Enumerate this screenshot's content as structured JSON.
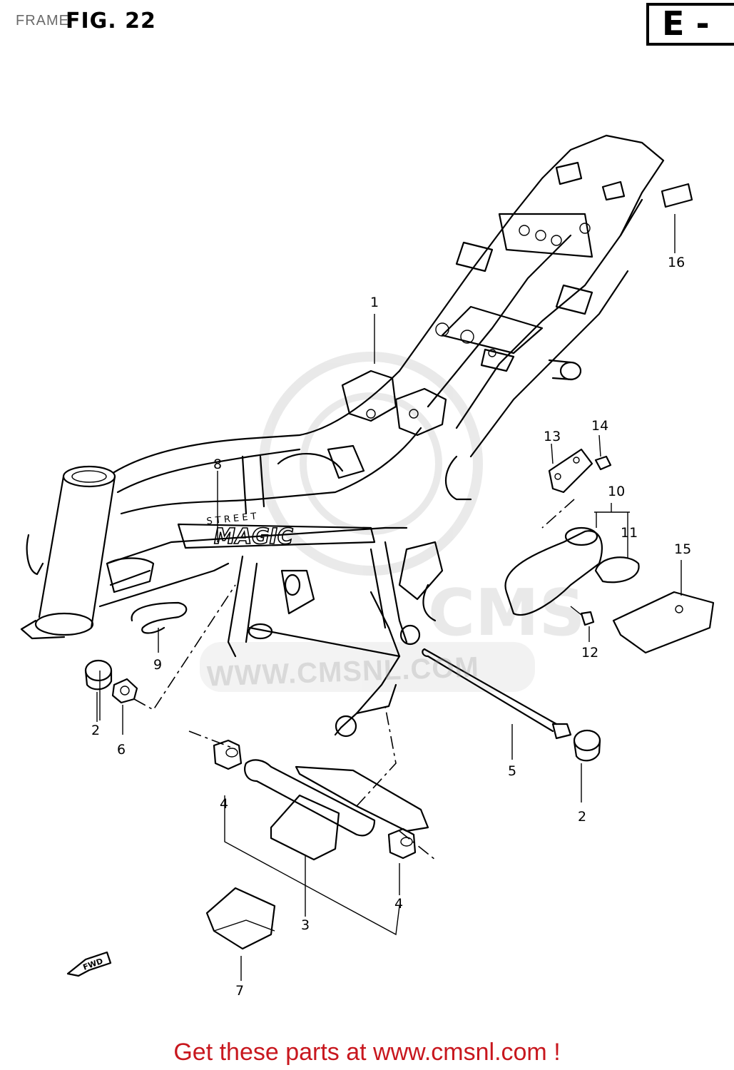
{
  "header": {
    "section_label": "FRAME",
    "figure_label": "FIG. 22",
    "region_code": "E -"
  },
  "watermark": {
    "text": "WWW.CMSNL.COM"
  },
  "callouts": [
    {
      "id": "c1",
      "label": "1"
    },
    {
      "id": "c2a",
      "label": "2"
    },
    {
      "id": "c2b",
      "label": "2"
    },
    {
      "id": "c3",
      "label": "3"
    },
    {
      "id": "c4a",
      "label": "4"
    },
    {
      "id": "c4b",
      "label": "4"
    },
    {
      "id": "c5",
      "label": "5"
    },
    {
      "id": "c6",
      "label": "6"
    },
    {
      "id": "c7",
      "label": "7"
    },
    {
      "id": "c8",
      "label": "8"
    },
    {
      "id": "c9",
      "label": "9"
    },
    {
      "id": "c10",
      "label": "10"
    },
    {
      "id": "c11",
      "label": "11"
    },
    {
      "id": "c12",
      "label": "12"
    },
    {
      "id": "c13",
      "label": "13"
    },
    {
      "id": "c14",
      "label": "14"
    },
    {
      "id": "c15",
      "label": "15"
    },
    {
      "id": "c16",
      "label": "16"
    }
  ],
  "decal_text": "MAGIC",
  "decal_subtext": "S T R E E T",
  "fwd_arrow_text": "FWD",
  "footer": {
    "link_text": "Get these parts at www.cmsnl.com !",
    "color": "#c8171e"
  }
}
